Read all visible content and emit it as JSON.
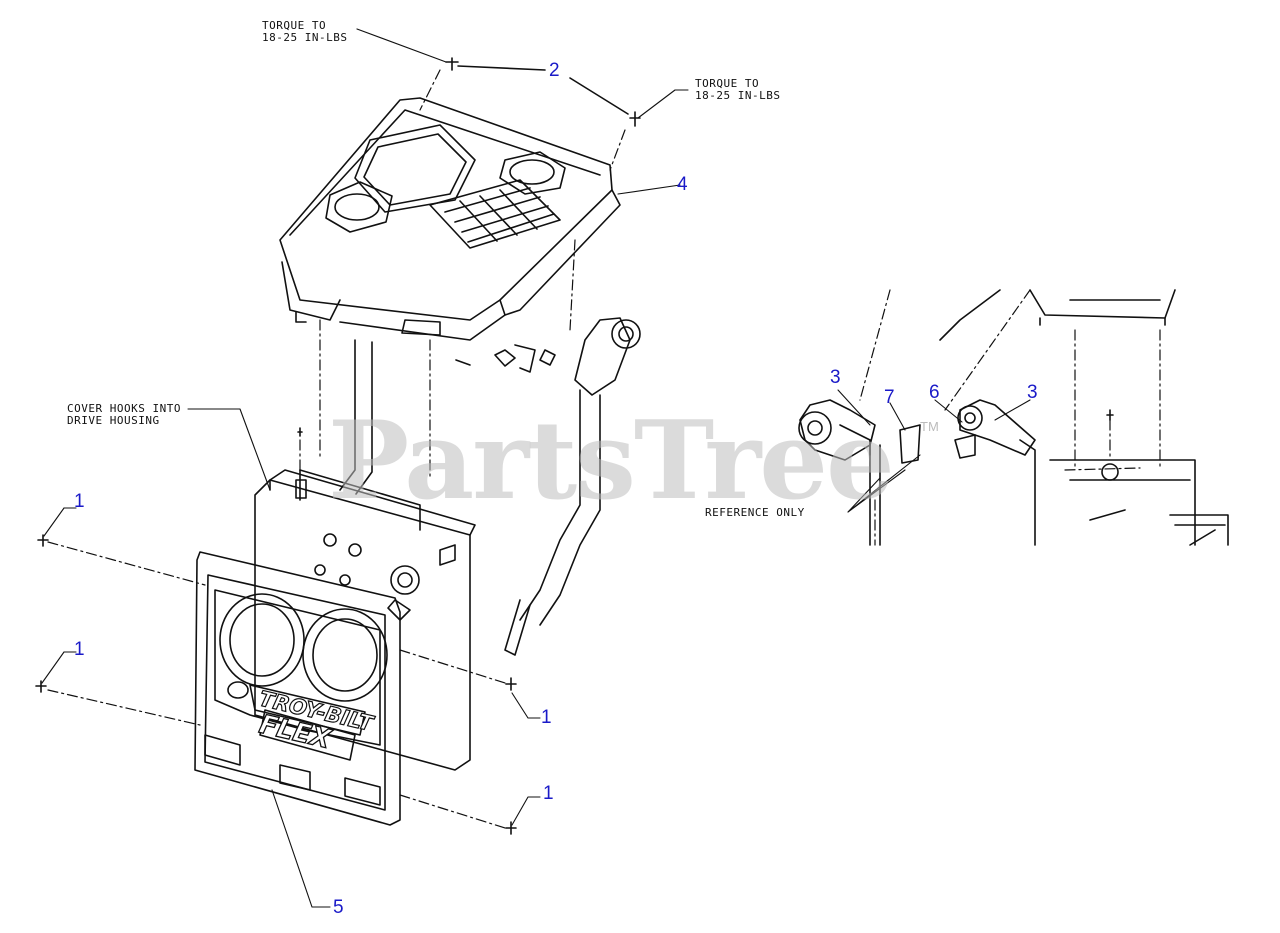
{
  "notes": {
    "torque_left_line1": "TORQUE TO",
    "torque_left_line2": "18-25 IN-LBS",
    "torque_right_line1": "TORQUE TO",
    "torque_right_line2": "18-25 IN-LBS",
    "cover_hooks_line1": "COVER HOOKS INTO",
    "cover_hooks_line2": "DRIVE HOUSING",
    "reference_only": "REFERENCE ONLY"
  },
  "callouts": {
    "c2": "2",
    "c4": "4",
    "c1_upper_left": "1",
    "c1_lower_left": "1",
    "c1_right_mid": "1",
    "c1_right_low": "1",
    "c5": "5",
    "c3_left": "3",
    "c7": "7",
    "c6": "6",
    "c3_right": "3"
  },
  "watermark": {
    "text": "PartsTree",
    "tm": "TM"
  },
  "logo_text": {
    "brand": "TROY-BILT",
    "model": "FLEX"
  },
  "colors": {
    "callout": "#1a1ac8",
    "line": "#111111",
    "watermark": "#bebebe"
  }
}
